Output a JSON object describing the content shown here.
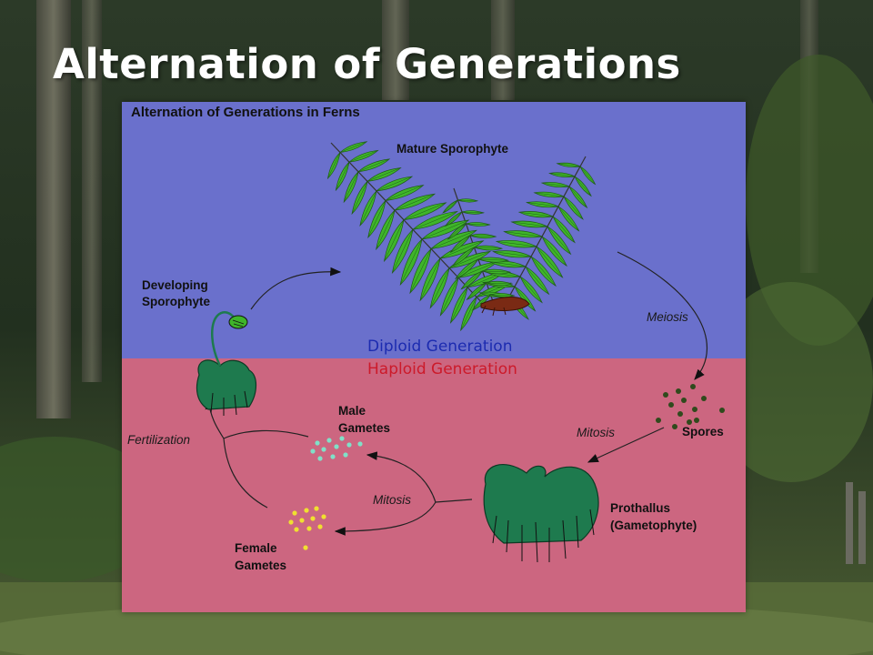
{
  "slide": {
    "title": "Alternation of Generations"
  },
  "diagram": {
    "title": "Alternation of Generations in Ferns",
    "diploid_label": "Diploid Generation",
    "haploid_label": "Haploid Generation",
    "stages": {
      "mature_sporophyte": "Mature Sporophyte",
      "developing_sporophyte_line1": "Developing",
      "developing_sporophyte_line2": "Sporophyte",
      "spores": "Spores",
      "prothallus_line1": "Prothallus",
      "prothallus_line2": "(Gametophyte)",
      "male_gametes_line1": "Male",
      "male_gametes_line2": "Gametes",
      "female_gametes_line1": "Female",
      "female_gametes_line2": "Gametes"
    },
    "processes": {
      "meiosis": "Meiosis",
      "mitosis_spores": "Mitosis",
      "mitosis_gametes": "Mitosis",
      "fertilization": "Fertilization"
    },
    "colors": {
      "diploid_bg": "#6a70cc",
      "haploid_bg": "#cc6680",
      "diploid_text": "#1c2bb0",
      "haploid_text": "#cc1a2a",
      "frond": "#3fb52a",
      "thallus": "#1e7a4e",
      "spore_dots": "#2f4a1c",
      "male_gamete_dots": "#80e0c8",
      "female_gamete_dots": "#f0e030"
    }
  }
}
